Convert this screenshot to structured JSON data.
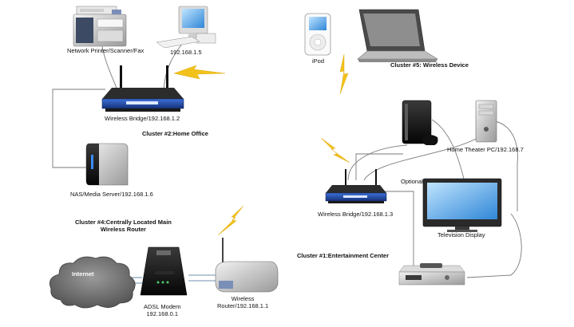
{
  "colors": {
    "lightning": "#f2c21b",
    "router_blue": "#1f4fb5",
    "cable": "#7a7a7a",
    "cable_light": "#9fb6c8",
    "cloud": "#8c8c8c"
  },
  "devices": {
    "printer": {
      "label": "Network Printer/Scanner/Fax",
      "icon": "printer-icon"
    },
    "desktop": {
      "label": "192.168.1.5",
      "icon": "desktop-computer-icon"
    },
    "bridge_home": {
      "label": "Wireless Bridge/192.168.1.2",
      "icon": "wireless-router-icon"
    },
    "nas": {
      "label": "NAS/Media Server/192.168.1.6",
      "icon": "nas-server-icon"
    },
    "ipod": {
      "label": "iPod",
      "icon": "ipod-icon"
    },
    "laptop": {
      "icon": "laptop-icon"
    },
    "console": {
      "icon": "game-console-icon"
    },
    "htpc": {
      "label": "Home Theater PC/192.168.7",
      "icon": "tower-pc-icon"
    },
    "bridge_ent": {
      "label": "Wireless Bridge/192.168.1.3",
      "icon": "wireless-router-icon"
    },
    "tv": {
      "label": "Television Display",
      "icon": "television-icon"
    },
    "dvr": {
      "icon": "set-top-box-icon"
    },
    "internet": {
      "label": "Internet",
      "icon": "cloud-icon"
    },
    "modem": {
      "label_line1": "ADSL Modem",
      "label_line2": "192.168.0.1",
      "icon": "modem-icon"
    },
    "main_router": {
      "label_line1": "Wireless",
      "label_line2": "Router/192.168.1.1",
      "icon": "wireless-router-icon"
    }
  },
  "clusters": {
    "home_office": "Cluster #2:Home Office",
    "wireless_device": "Cluster #5: Wireless Device",
    "main_router_line1": "Cluster #4:Centrally Located Main",
    "main_router_line2": "Wireless Router",
    "entertainment": "Cluster #1:Entertainment Center"
  },
  "annotations": {
    "optional": "Optional"
  }
}
